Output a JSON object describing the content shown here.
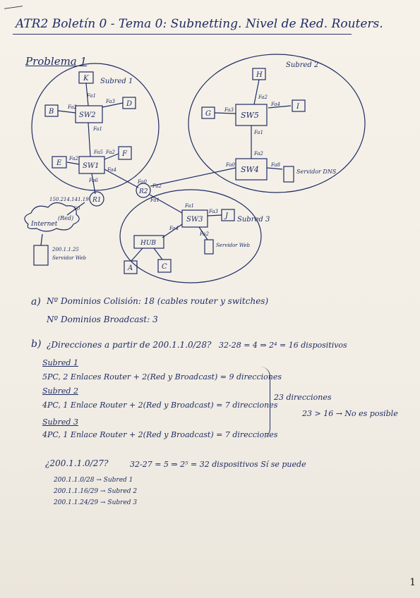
{
  "header": {
    "title": "ATR2   Boletín 0 - Tema 0: Subnetting. Nivel de Red. Routers."
  },
  "problem_label": "Problema 1",
  "diagram": {
    "subnet_labels": [
      "Subred 1",
      "Subred 2",
      "Subred 3"
    ],
    "switches": [
      "SW2",
      "SW1",
      "SW5",
      "SW4",
      "SW3"
    ],
    "routers": [
      "R1",
      "R2"
    ],
    "hosts": [
      "K",
      "B",
      "D",
      "E",
      "F",
      "H",
      "G",
      "I",
      "J",
      "A",
      "C"
    ],
    "hub": "HUB",
    "ports": [
      "Fa1",
      "Fa2",
      "Fa3",
      "Fa4",
      "Fa5",
      "Fa6",
      "Fa0",
      "Fa8",
      "S0",
      "Fa2",
      "Fa1",
      "Fa3"
    ],
    "internet_label": "Internet",
    "internet_sub": "(Red)",
    "r1_ip": "150.214.141.19",
    "web_server_ip": "200.1.1.25",
    "web_server_label": "Servidor Web",
    "web_server_label_sw3": "Servidor Web",
    "dns_server_label": "Servidor DNS"
  },
  "answers": {
    "a_label": "a)",
    "a_line1": "Nº Dominios Colisión: 18 (cables router y switches)",
    "a_line2": "Nº Dominios Broadcast: 3",
    "b_label": "b)",
    "b_question": "¿Direcciones a partir de 200.1.1.0/28?",
    "b_calc": "32-28 = 4  ⇒  2⁴ = 16 dispositivos",
    "subnet1_title": "Subred 1",
    "subnet1_line": "5PC, 2 Enlaces Router + 2(Red y Broadcast) = 9 direcciones",
    "subnet2_title": "Subred 2",
    "subnet2_line": "4PC, 1 Enlace Router + 2(Red y Broadcast) = 7 direcciones",
    "subnet3_title": "Subred 3",
    "subnet3_line": "4PC, 1 Enlace Router + 2(Red y Broadcast) = 7 direcciones",
    "total": "23 direcciones",
    "comparison": "23 > 16 → No es posible",
    "c_question": "¿200.1.1.0/27?",
    "c_calc": "32-27 = 5  ⇒  2⁵ = 32 dispositivos  Sí se puede",
    "alloc": [
      "200.1.1.0/28 → Subred 1",
      "200.1.1.16/29 → Subred 2",
      "200.1.1.24/29 → Subred 3"
    ]
  },
  "page_number": "1"
}
